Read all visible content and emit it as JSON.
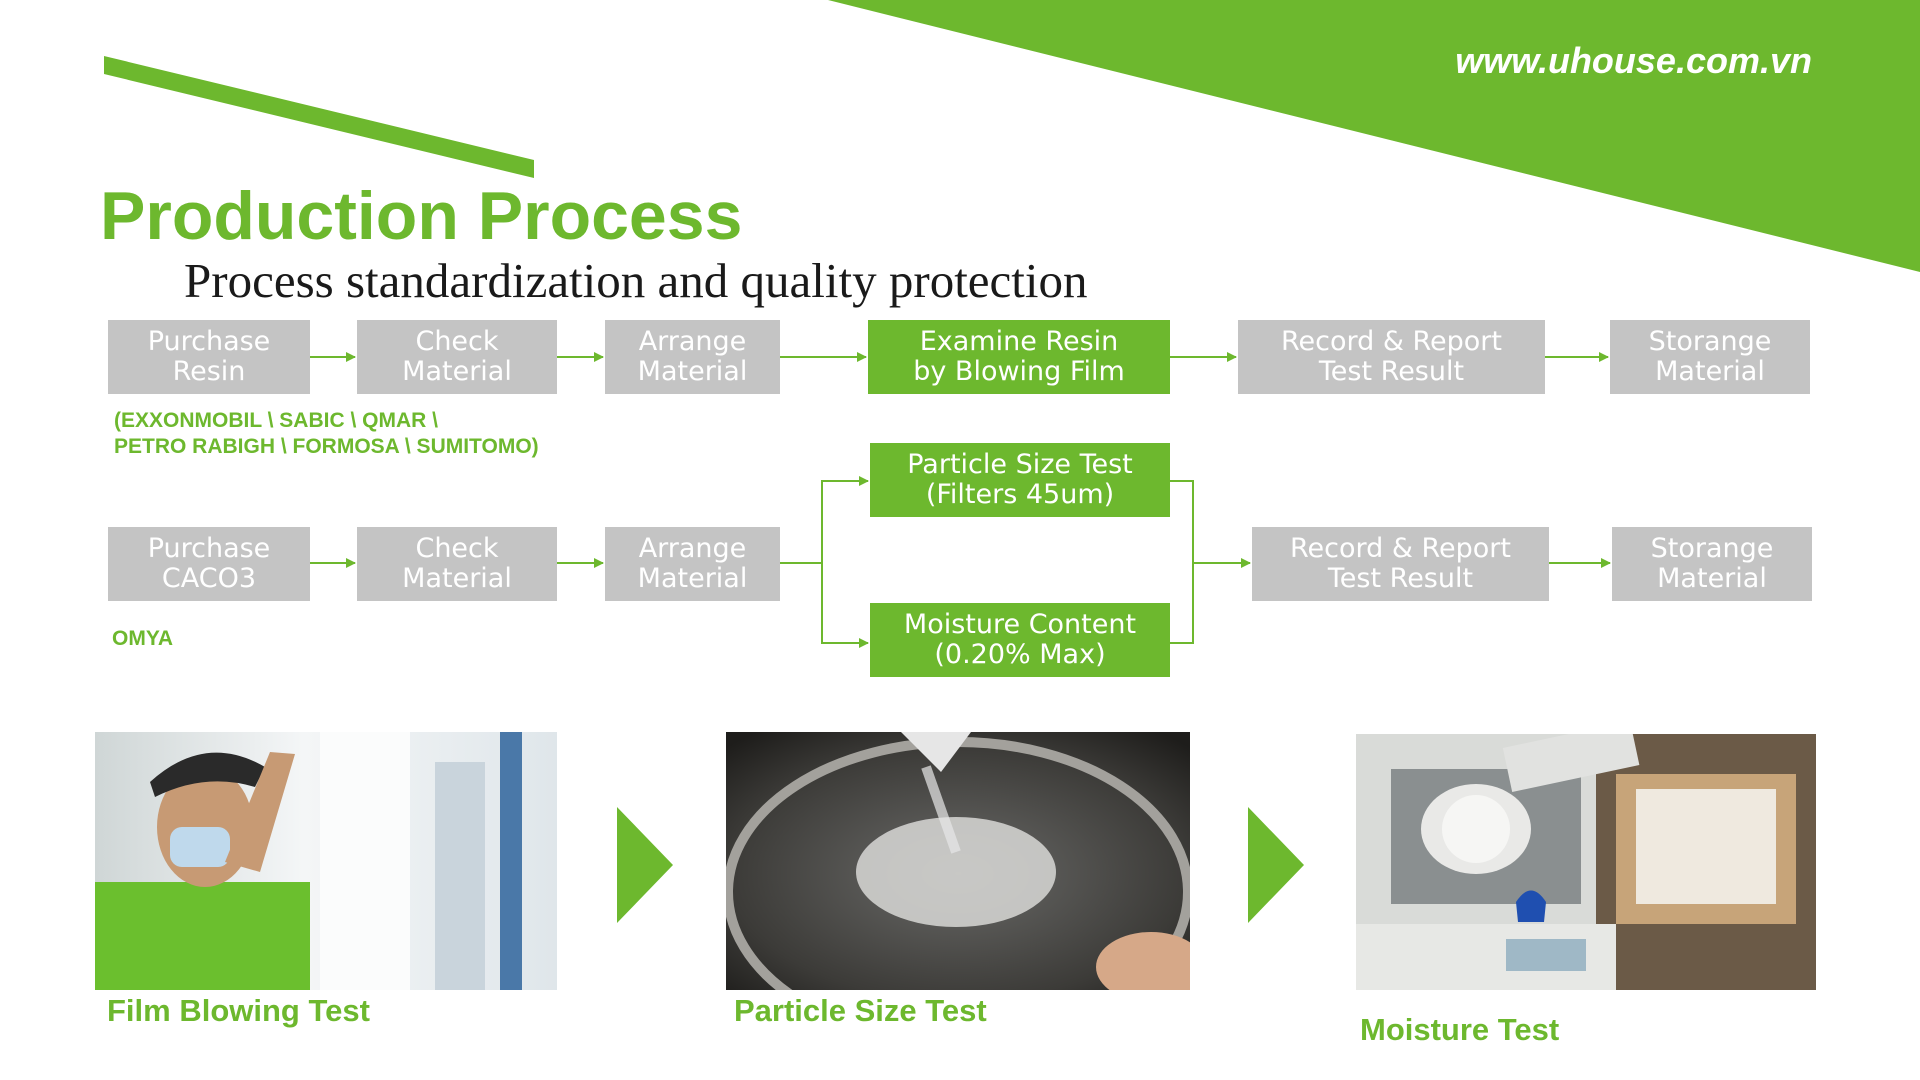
{
  "header": {
    "url": "www.uhouse.com.vn"
  },
  "page": {
    "title": "Production Process",
    "subtitle": "Process standardization and quality protection"
  },
  "row1": {
    "steps": [
      "Purchase\nResin",
      "Check\nMaterial",
      "Arrange\nMaterial",
      "Examine Resin\nby Blowing Film",
      "Record & Report\nTest Result",
      "Storange\nMaterial"
    ],
    "suppliers_line1": "(EXXONMOBIL \\ SABIC \\ QMAR \\",
    "suppliers_line2": "PETRO RABIGH \\ FORMOSA \\ SUMITOMO)"
  },
  "row2": {
    "steps": [
      "Purchase\nCACO3",
      "Check\nMaterial",
      "Arrange\nMaterial",
      "Particle Size Test\n(Filters 45um)",
      "Moisture Content\n(0.20% Max)",
      "Record & Report\nTest Result",
      "Storange\nMaterial"
    ],
    "supplier": "OMYA"
  },
  "photos": [
    {
      "caption": "Film Blowing Test",
      "icon": "film-blowing-photo"
    },
    {
      "caption": "Particle Size Test",
      "icon": "particle-size-photo"
    },
    {
      "caption": "Moisture Test",
      "icon": "moisture-test-photo"
    }
  ],
  "colors": {
    "accent": "#6db82e",
    "step_grey": "#c4c4c4",
    "connector": "#6db82e"
  }
}
